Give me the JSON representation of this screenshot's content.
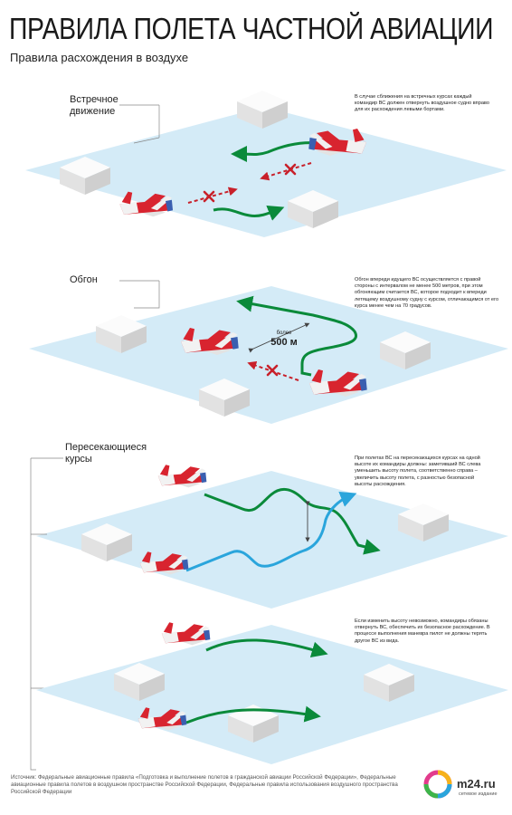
{
  "title": "ПРАВИЛА ПОЛЕТА ЧАСТНОЙ АВИАЦИИ",
  "subtitle": "Правила расхождения в воздухе",
  "sections": [
    {
      "label_line1": "Встречное",
      "label_line2": "движение",
      "note": "В случае сближения на встречных курсах каждый командир ВС должен отвернуть воздушное судно вправо для их расхождения левыми бортами."
    },
    {
      "label_line1": "Обгон",
      "note": "Обгон впереди идущего ВС осуществляется с правой стороны с интервалом не менее 500 метров, при этом обгоняющим считается ВС, которое подходит к впереди летящему воздушному судну с курсом, отличающимся от его курса менее чем на 70 градусов.",
      "distance_small": "более",
      "distance_big": "500 м"
    },
    {
      "label_line1": "Пересекающиеся",
      "label_line2": "курсы",
      "note": "При полетах ВС на пересекающихся курсах на одной высоте их командиры должны: заметивший ВС слева уменьшить высоту полета, соответственно справа – увеличить высоту полета, с разностью безопасной высоты расхождения."
    },
    {
      "note": "Если изменить высоту невозможно, командиры обязаны отвернуть ВС, обеспечить их безопасное расхождение. В процессе выполнения маневра пилот не должны терять другое ВС из вида."
    }
  ],
  "source": "Источник: Федеральные авиационные правила «Подготовка и выполнение полетов в гражданской авиации Российской Федерации», Федеральные авиационные правила полетов в воздушном пространстве Российской Федерации, Федеральные правила использования воздушного пространства Российской Федерации",
  "logo": {
    "name": "m24.ru",
    "tagline": "сетевое издание"
  },
  "colors": {
    "ground": "#d4ebf7",
    "green_path": "#0a8a3a",
    "blue_path": "#2aa5dc",
    "red_plane": "#d8242f",
    "warning_red": "#c8202a",
    "building": "#f0f0f0"
  }
}
